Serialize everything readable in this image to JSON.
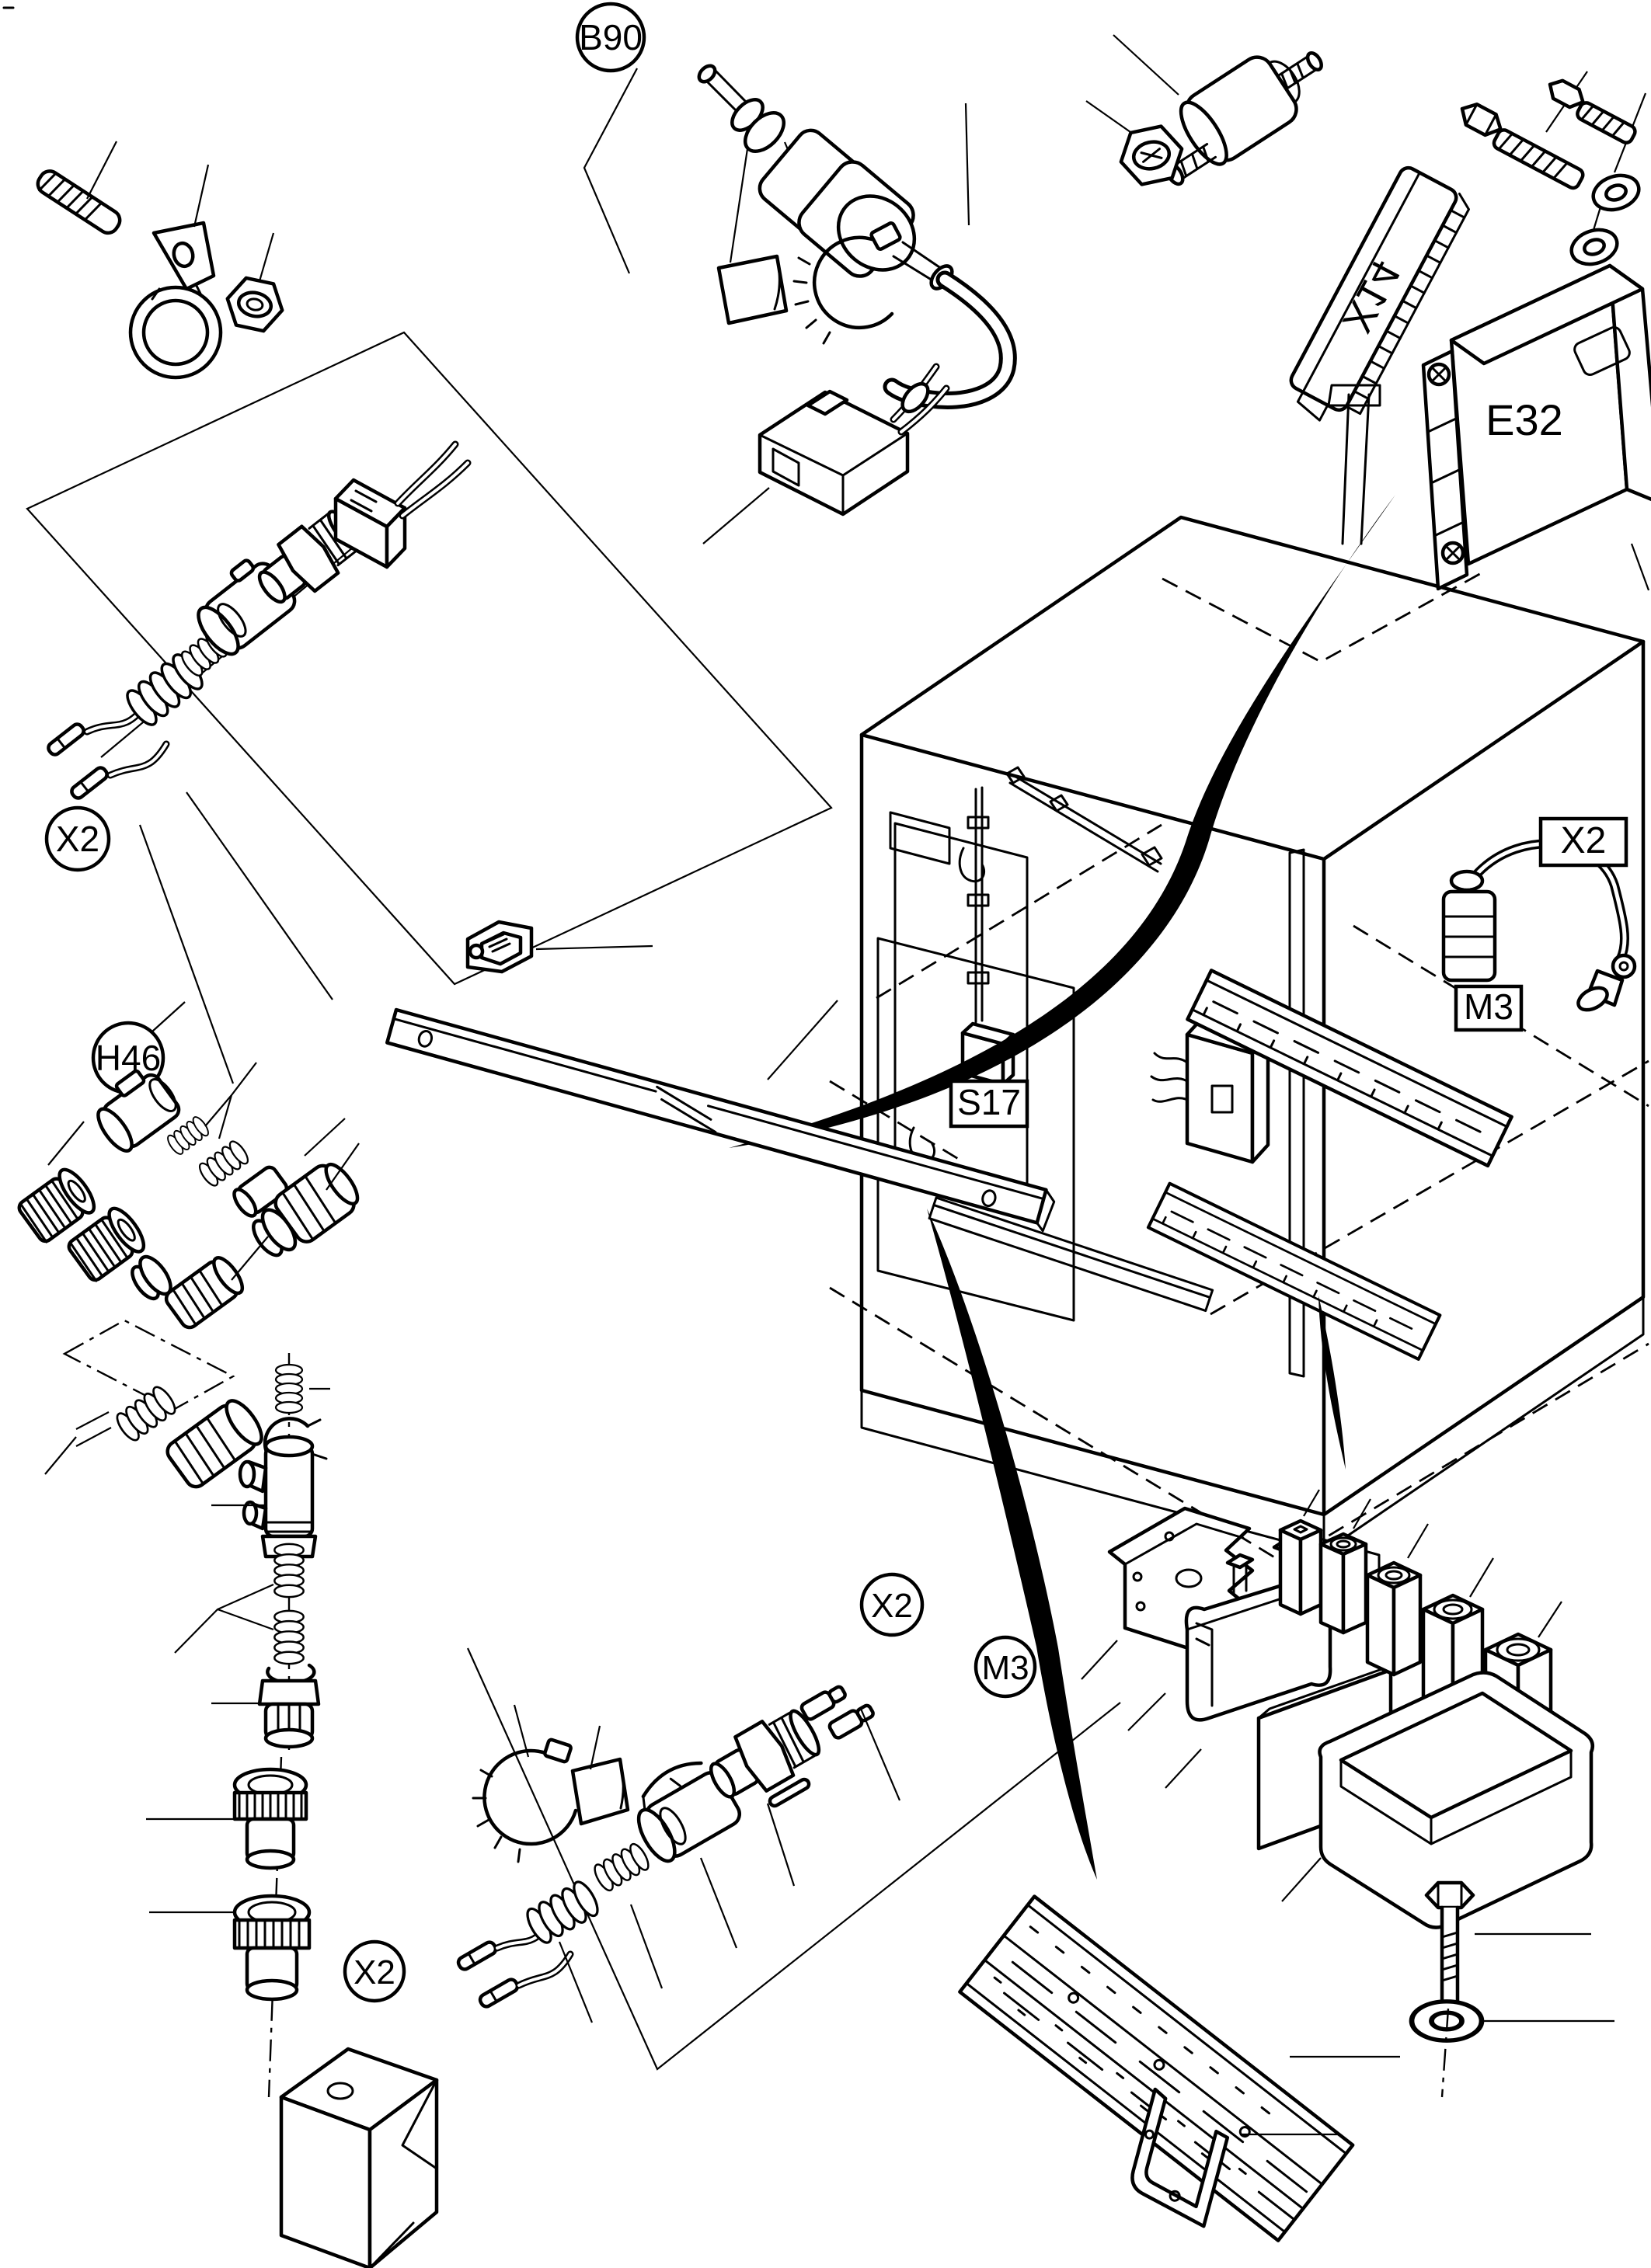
{
  "diagram": {
    "corner_mark": "-",
    "labels": {
      "b90": "B90",
      "x14": "X14",
      "e32": "E32",
      "x2_wall": "X2",
      "m3_wall": "M3",
      "s17": "S17",
      "h46": "H46",
      "x2_connector_upper": "X2",
      "x2_connector_lower": "X2",
      "m3_connector": "M3",
      "x2_carton": "X2"
    },
    "colors": {
      "line": "#000000",
      "paper": "#ffffff"
    }
  }
}
